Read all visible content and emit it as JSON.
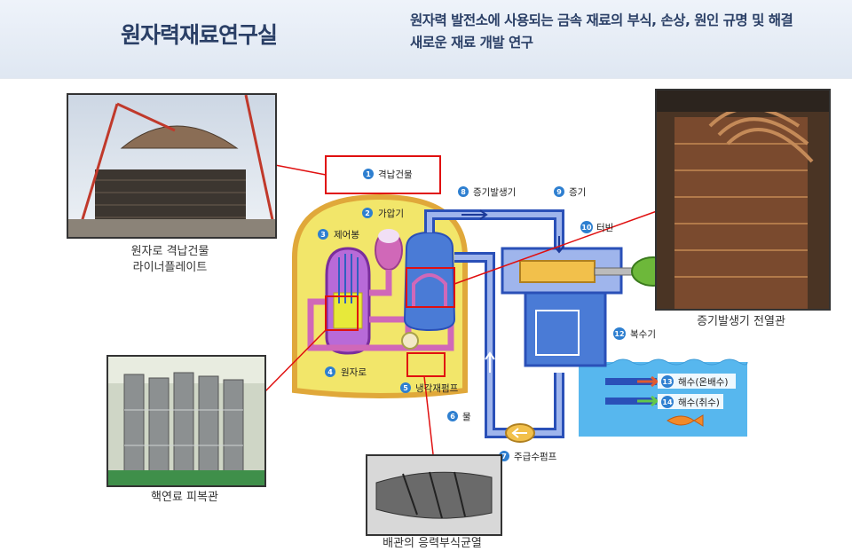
{
  "header": {
    "title": "원자력재료연구실",
    "desc_line1": "원자력 발전소에 사용되는 금속 재료의 부식, 손상, 원인 규명 및 해결",
    "desc_line2": "새로운 재료 개발 연구"
  },
  "photos": {
    "containment": {
      "caption_line1": "원자로 격납건물",
      "caption_line2": "라이너플레이트"
    },
    "steam_gen_tubes": {
      "caption": "증기발생기 전열관"
    },
    "fuel_cladding": {
      "caption": "핵연료 피복관"
    },
    "pipe_scc": {
      "caption": "배관의 응력부식균열"
    }
  },
  "diagram": {
    "parts": [
      {
        "n": "1",
        "label": "격납건물"
      },
      {
        "n": "2",
        "label": "가압기"
      },
      {
        "n": "3",
        "label": "제어봉"
      },
      {
        "n": "4",
        "label": "원자로"
      },
      {
        "n": "5",
        "label": "냉각재펌프"
      },
      {
        "n": "6",
        "label": "물"
      },
      {
        "n": "7",
        "label": "주급수펌프"
      },
      {
        "n": "8",
        "label": "증기발생기"
      },
      {
        "n": "9",
        "label": "증기"
      },
      {
        "n": "10",
        "label": "터빈"
      },
      {
        "n": "12",
        "label": "복수기"
      },
      {
        "n": "13",
        "label": "해수(온배수)"
      },
      {
        "n": "14",
        "label": "해수(취수)"
      }
    ]
  },
  "colors": {
    "header_text": "#2a3f66",
    "highlight": "#e01010",
    "containment_fill": "#f2e66a",
    "badge": "#2e7fd0",
    "pipe_blue": "#2a50b8",
    "pipe_pink": "#d068b8",
    "sea": "#57b7ee"
  }
}
